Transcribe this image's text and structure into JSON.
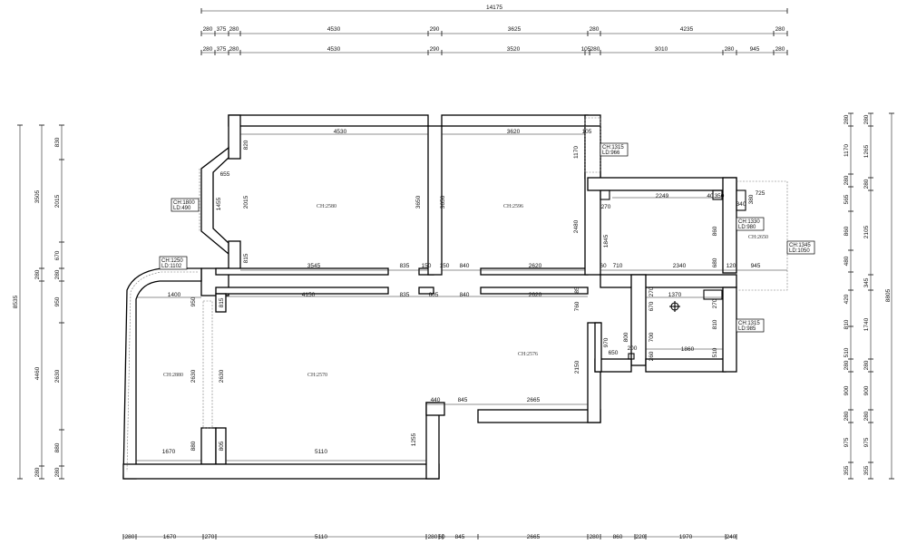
{
  "dims": {
    "top_total": "14175",
    "top_row1": [
      "280",
      "375",
      "280",
      "4530",
      "290",
      "3625",
      "280",
      "4235",
      "280"
    ],
    "top_row2": [
      "280",
      "375",
      "280",
      "4530",
      "290",
      "3520",
      "105",
      "280",
      "3010",
      "280",
      "945",
      "280"
    ],
    "bottom_row": [
      "280",
      "1670",
      "270",
      "5110",
      "280",
      "60",
      "845",
      "2665",
      "280",
      "860",
      "220",
      "1970",
      "240"
    ],
    "left_total": "8535",
    "left_outer": [
      "3505",
      "280",
      "4460",
      "280"
    ],
    "left_inner": [
      "830",
      "2015",
      "670",
      "280",
      "950",
      "2630",
      "880",
      "280"
    ],
    "right_total": "8805",
    "right_outer": [
      "280",
      "1265",
      "280",
      "2105",
      "345",
      "1740",
      "280",
      "900",
      "280",
      "975",
      "355"
    ],
    "right_inner": [
      "280",
      "1170",
      "280",
      "565",
      "860",
      "480",
      "420",
      "810",
      "510",
      "280",
      "900",
      "280",
      "975",
      "355"
    ]
  },
  "rooms": [
    {
      "id": "bay-bedroom",
      "label": "CH:2580"
    },
    {
      "id": "right-bedroom",
      "label": "CH:2596"
    },
    {
      "id": "kitchen",
      "label": "CH:2650"
    },
    {
      "id": "balcony",
      "label": "CH:2880"
    },
    {
      "id": "living",
      "label": "CH:2570"
    },
    {
      "id": "dining",
      "label": "CH:2576"
    }
  ],
  "label_boxes": [
    {
      "id": "bay",
      "ch": "CH:1800",
      "ld": "LD:490"
    },
    {
      "id": "balcony-win",
      "ch": "CH:1250",
      "ld": "LD:1102"
    },
    {
      "id": "top-right-win",
      "ch": "CH:1315",
      "ld": "LD:966"
    },
    {
      "id": "kitchen-win",
      "ch": "CH:1330",
      "ld": "LD:980"
    },
    {
      "id": "east-win",
      "ch": "CH:1345",
      "ld": "LD:1050"
    },
    {
      "id": "bath-win",
      "ch": "CH:1315",
      "ld": "LD:985"
    }
  ],
  "inner_dims": {
    "bay_bedroom": [
      "4530",
      "820",
      "2015",
      "815",
      "3650",
      "655",
      "1455",
      "3545",
      "835",
      "150"
    ],
    "right_bedroom": [
      "3620",
      "1170",
      "2480",
      "3650",
      "150",
      "840",
      "2620",
      "60",
      "105"
    ],
    "kitchen": [
      "2249",
      "40",
      "350",
      "270",
      "1845",
      "860",
      "680",
      "710",
      "2340",
      "120",
      "945",
      "270",
      "725",
      "340",
      "380"
    ],
    "living": [
      "1400",
      "950",
      "815",
      "4150",
      "835",
      "605",
      "840",
      "2620",
      "85",
      "2630",
      "2630",
      "805",
      "880",
      "1670",
      "5110",
      "1255",
      "440",
      "845",
      "2665",
      "2150",
      "760"
    ],
    "bath": [
      "1370",
      "670",
      "270",
      "810",
      "510",
      "1860",
      "970",
      "650",
      "800",
      "700",
      "200",
      "260",
      "270"
    ]
  }
}
